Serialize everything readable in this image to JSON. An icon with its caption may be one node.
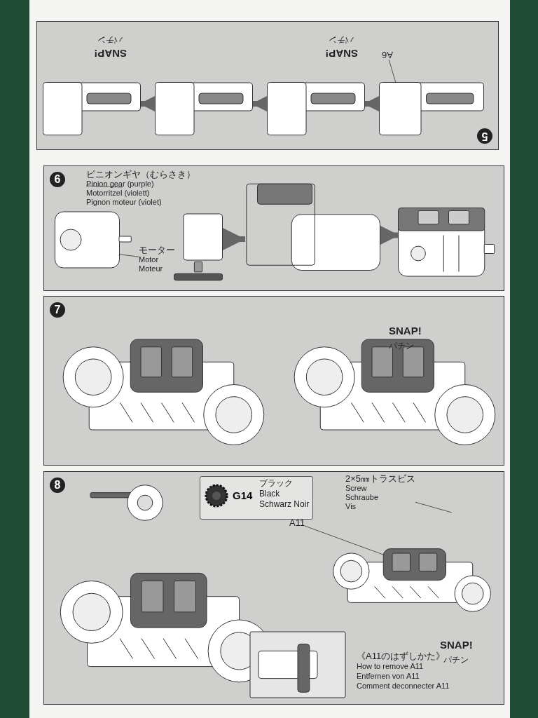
{
  "diagram": {
    "nodes": [
      {
        "text": [
          "5"
        ]
      },
      {
        "text": [
          "A6"
        ],
        "in": 0
      },
      {
        "text": [],
        "shape": "picture",
        "in": 0
      },
      {
        "text": [],
        "shape": "picture",
        "in": 0
      },
      {
        "text": [],
        "shape": "picture",
        "in": 0
      },
      {
        "text": [],
        "shape": "picture",
        "in": 0
      },
      {
        "text": [
          "6"
        ]
      },
      {
        "text": [
          "ピニオンギヤ（むらさき）",
          "Pinion gear (purple)",
          "Motorritzel (violett)",
          "Pignon moteur (violet)"
        ],
        "in": 6
      },
      {
        "text": [
          "モーター",
          "Motor",
          "Moteur"
        ],
        "in": 6
      },
      {
        "text": [],
        "shape": "picture",
        "in": 6
      },
      {
        "text": [],
        "shape": "picture",
        "in": 6
      },
      {
        "text": [],
        "shape": "picture",
        "in": 6
      },
      {
        "text": [],
        "shape": "picture",
        "in": 6
      },
      {
        "text": [
          "7"
        ]
      },
      {
        "text": [],
        "shape": "picture",
        "in": 13
      },
      {
        "text": [],
        "shape": "picture",
        "in": 13
      },
      {
        "text": [
          "8"
        ]
      },
      {
        "text": [
          "G14",
          "ブラック Black Schwarz Noir"
        ],
        "in": 16
      },
      {
        "text": [
          "2×5㎜トラスビス",
          "Screw",
          "Schraube",
          "Vis"
        ],
        "in": 16
      },
      {
        "text": [
          "A11"
        ],
        "in": 16
      },
      {
        "text": [],
        "shape": "picture",
        "in": 16
      },
      {
        "text": [],
        "shape": "picture",
        "in": 16
      },
      {
        "text": [],
        "shape": "picture",
        "in": 16
      },
      {
        "text": [],
        "shape": "picture",
        "in": 16,
        "beside": [
          "《A11のはずしかた》",
          "How to remove A11",
          "Entfernen von A11",
          "Comment deconnecter A11"
        ]
      }
    ],
    "edges": [
      {
        "from": 1,
        "to": 5,
        "arrow": "none"
      },
      {
        "from": 5,
        "to": 4,
        "arrow": "to",
        "style": "thick"
      },
      {
        "from": 4,
        "to": 3,
        "arrow": "to",
        "style": "thick"
      },
      {
        "from": 3,
        "to": 2,
        "arrow": "to",
        "style": "thick"
      },
      {
        "from": 7,
        "to": null,
        "arrow": "none"
      },
      {
        "from": 8,
        "to": 9,
        "arrow": "none"
      },
      {
        "from": 10,
        "to": 11,
        "arrow": "to",
        "style": "thick"
      },
      {
        "from": 11,
        "to": 12,
        "arrow": "to",
        "style": "thick"
      },
      {
        "from": 18,
        "to": null,
        "arrow": "none"
      },
      {
        "from": 19,
        "to": 22,
        "arrow": "none"
      }
    ],
    "labels": [
      "SNAP!",
      "パチン",
      "SNAP!",
      "パチン",
      "SNAP!",
      "パチン",
      "SNAP!",
      "パチン"
    ]
  }
}
